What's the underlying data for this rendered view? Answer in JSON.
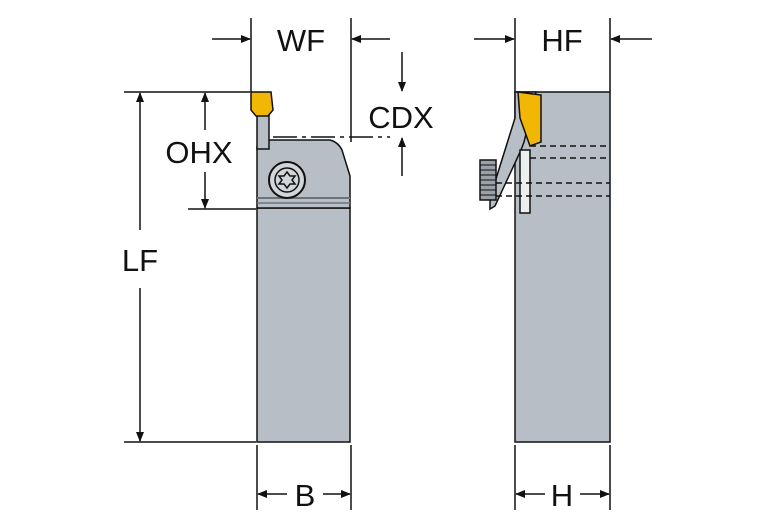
{
  "diagram": {
    "title": "Parting and grooving tool holder dimensions",
    "labels": {
      "wf": "WF",
      "hf": "HF",
      "cdx": "CDX",
      "ohx": "OHX",
      "lf": "LF",
      "b": "B",
      "h": "H"
    },
    "colors": {
      "body": "#b8bec5",
      "body_dark": "#8f969e",
      "insert": "#f2b705",
      "insert_dark": "#c98f00",
      "line": "#111111"
    }
  }
}
